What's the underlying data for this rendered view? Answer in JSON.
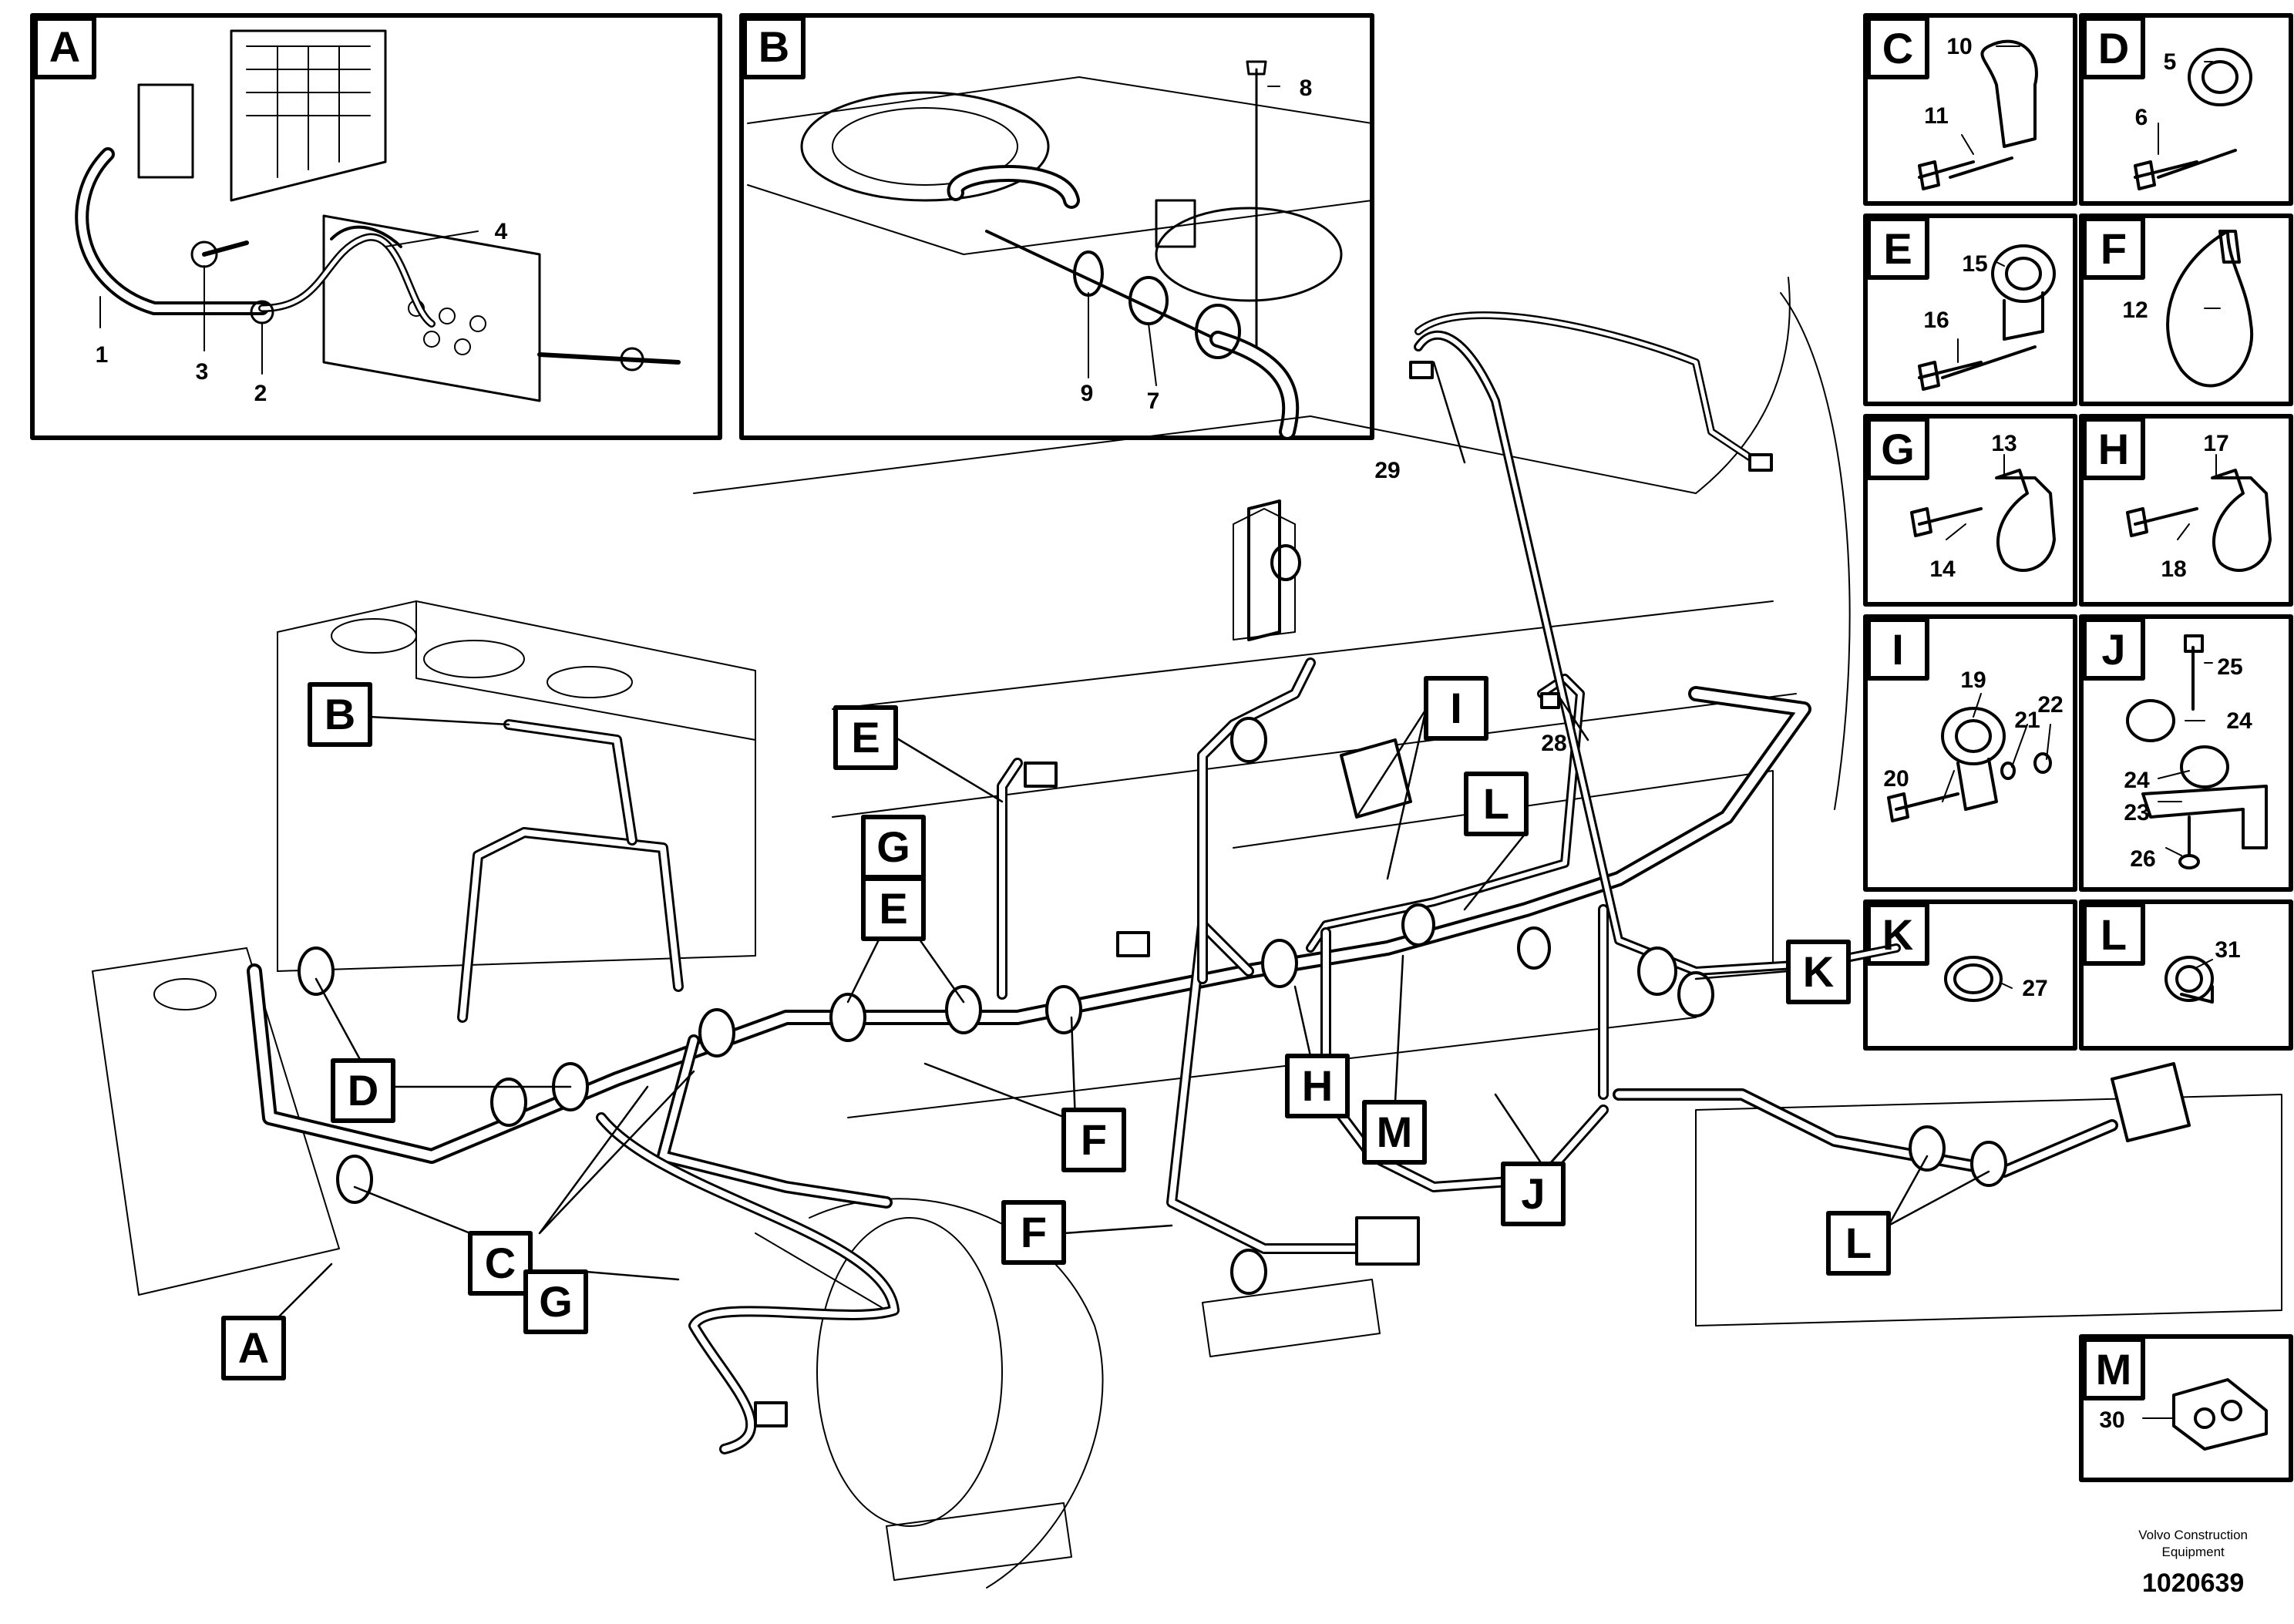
{
  "diagram": {
    "inset_letters": [
      "A",
      "B",
      "C",
      "D",
      "E",
      "F",
      "G",
      "H",
      "I",
      "J",
      "K",
      "L",
      "M"
    ],
    "detail_A": {
      "label": "A",
      "parts": [
        "1",
        "3",
        "2",
        "4"
      ]
    },
    "detail_B": {
      "label": "B",
      "parts": [
        "9",
        "7",
        "8"
      ]
    },
    "panels": [
      {
        "label": "C",
        "parts": [
          "10",
          "11"
        ]
      },
      {
        "label": "D",
        "parts": [
          "5",
          "6"
        ]
      },
      {
        "label": "E",
        "parts": [
          "15",
          "16"
        ]
      },
      {
        "label": "F",
        "parts": [
          "12"
        ]
      },
      {
        "label": "G",
        "parts": [
          "13",
          "14"
        ]
      },
      {
        "label": "H",
        "parts": [
          "17",
          "18"
        ]
      },
      {
        "label": "I",
        "parts": [
          "19",
          "20",
          "21",
          "22"
        ]
      },
      {
        "label": "J",
        "parts": [
          "25",
          "24",
          "24",
          "23",
          "26"
        ]
      },
      {
        "label": "K",
        "parts": [
          "27"
        ]
      },
      {
        "label": "L",
        "parts": [
          "31"
        ]
      },
      {
        "label": "M",
        "parts": [
          "30"
        ]
      }
    ],
    "main_callouts": [
      "B",
      "E",
      "G",
      "E",
      "D",
      "C",
      "A",
      "F",
      "G",
      "F",
      "H",
      "M",
      "I",
      "L",
      "J",
      "K",
      "L"
    ],
    "main_parts": [
      "29",
      "28"
    ],
    "line_color": "#000000",
    "background": "#ffffff"
  },
  "footer": {
    "brand": "Volvo Construction\nEquipment",
    "doc_number": "1020639"
  }
}
